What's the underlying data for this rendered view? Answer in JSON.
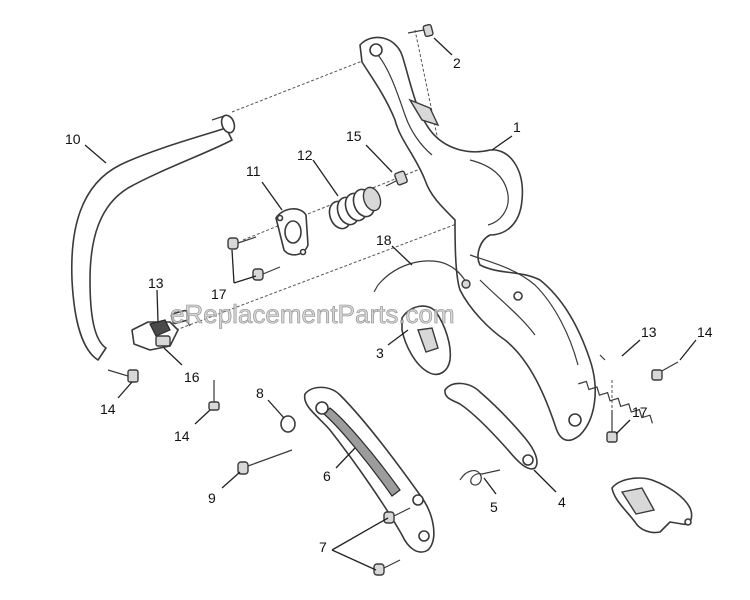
{
  "watermark": "eReplacementParts.com",
  "callouts": [
    {
      "id": "c1",
      "label": "1"
    },
    {
      "id": "c2",
      "label": "2"
    },
    {
      "id": "c3",
      "label": "3"
    },
    {
      "id": "c4",
      "label": "4"
    },
    {
      "id": "c5",
      "label": "5"
    },
    {
      "id": "c6",
      "label": "6"
    },
    {
      "id": "c7",
      "label": "7"
    },
    {
      "id": "c8",
      "label": "8"
    },
    {
      "id": "c9",
      "label": "9"
    },
    {
      "id": "c10",
      "label": "10"
    },
    {
      "id": "c11",
      "label": "11"
    },
    {
      "id": "c12",
      "label": "12"
    },
    {
      "id": "c13a",
      "label": "13"
    },
    {
      "id": "c13b",
      "label": "13"
    },
    {
      "id": "c14a",
      "label": "14"
    },
    {
      "id": "c14b",
      "label": "14"
    },
    {
      "id": "c14c",
      "label": "14"
    },
    {
      "id": "c15",
      "label": "15"
    },
    {
      "id": "c16",
      "label": "16"
    },
    {
      "id": "c17a",
      "label": "17"
    },
    {
      "id": "c17b",
      "label": "17"
    },
    {
      "id": "c18",
      "label": "18"
    }
  ]
}
